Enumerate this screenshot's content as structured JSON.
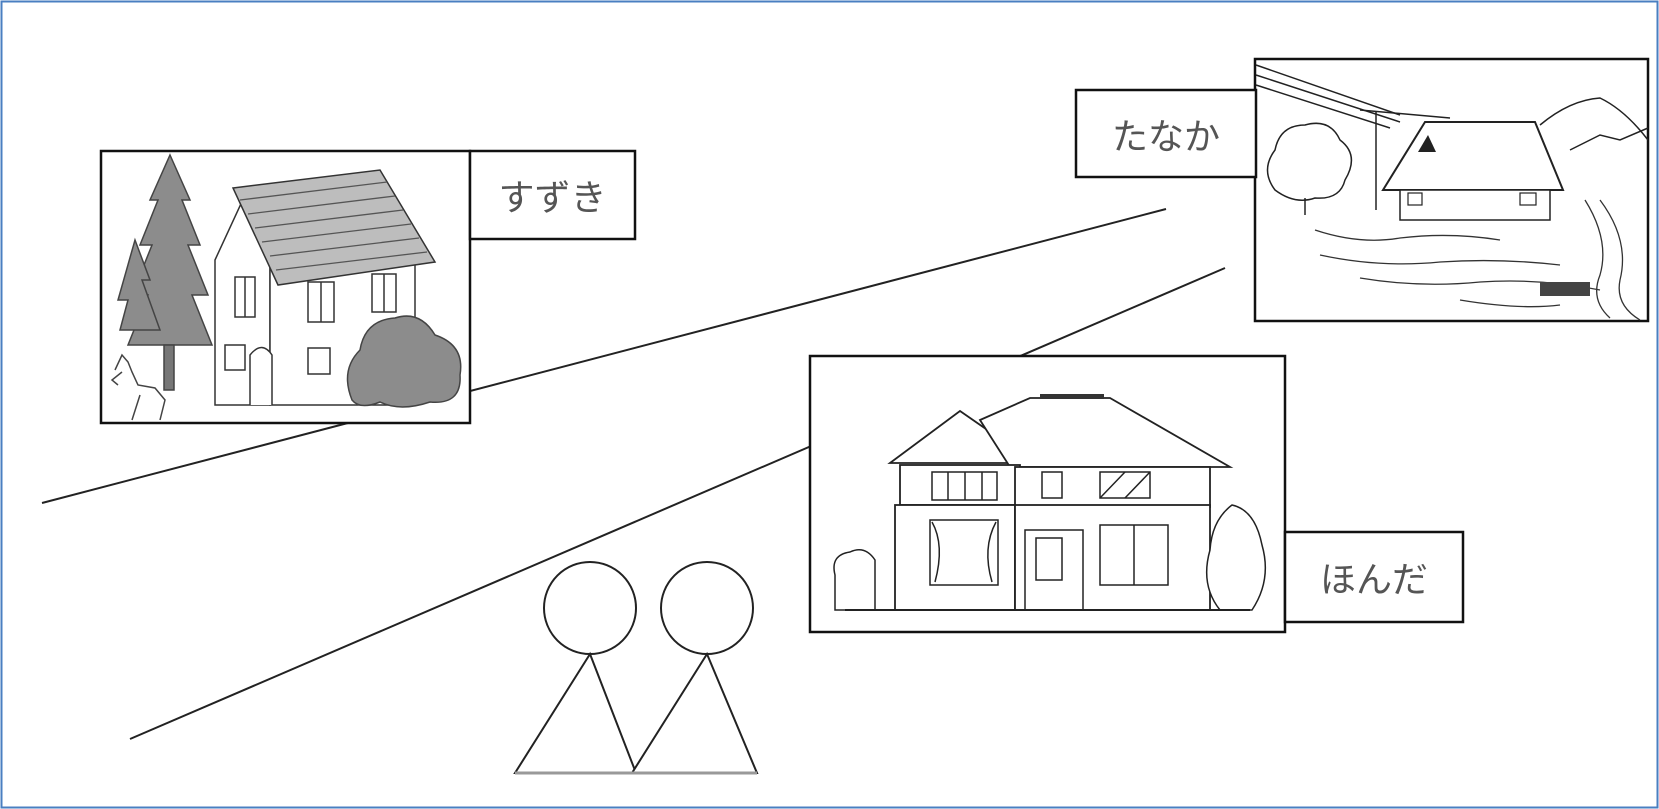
{
  "labels": {
    "suzuki": "すずき",
    "tanaka": "たなか",
    "honda": "ほんだ"
  },
  "colors": {
    "frame_border": "#4a7fc1",
    "ink": "#111111",
    "gray_fill": "#8c8c8c",
    "label_text": "#555555"
  }
}
